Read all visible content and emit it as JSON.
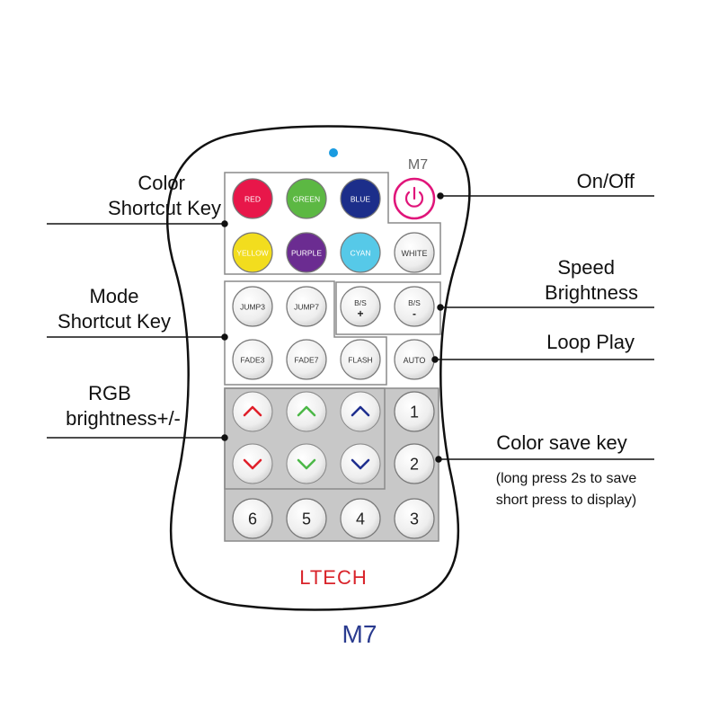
{
  "remote": {
    "model_mark": "M7",
    "brand": "LTECH",
    "caption": "M7",
    "color_keys": [
      {
        "label": "RED",
        "color": "#e8174a"
      },
      {
        "label": "GREEN",
        "color": "#5cb843"
      },
      {
        "label": "BLUE",
        "color": "#1c2e8a"
      },
      {
        "label": "YELLOW",
        "color": "#f2dd1e"
      },
      {
        "label": "PURPLE",
        "color": "#6b2c91"
      },
      {
        "label": "CYAN",
        "color": "#56c9e8"
      }
    ],
    "white_key": "WHITE",
    "mode_keys": [
      "JUMP3",
      "JUMP7",
      "FADE3",
      "FADE7",
      "FLASH"
    ],
    "bs_keys": [
      {
        "label": "B/S",
        "sign": "+"
      },
      {
        "label": "B/S",
        "sign": "-"
      }
    ],
    "auto_key": "AUTO",
    "number_keys_right": [
      "1",
      "2"
    ],
    "number_keys_bottom": [
      "6",
      "5",
      "4",
      "3"
    ],
    "arrow_colors": {
      "red": "#e0202a",
      "green": "#4db848",
      "blue": "#1f2f8f"
    },
    "power_color": "#e0157a",
    "indicator_color": "#1a9be0",
    "brand_color": "#d9232a"
  },
  "callouts": {
    "color_shortcut": [
      "Color",
      "Shortcut Key"
    ],
    "mode_shortcut": [
      "Mode",
      "Shortcut Key"
    ],
    "rgb_brightness": [
      "RGB",
      "brightness+/-"
    ],
    "on_off": "On/Off",
    "speed_brightness": [
      "Speed",
      "Brightness"
    ],
    "loop_play": "Loop Play",
    "color_save": "Color save key",
    "color_save_note": [
      "(long press 2s to save",
      "short press to display)"
    ]
  }
}
